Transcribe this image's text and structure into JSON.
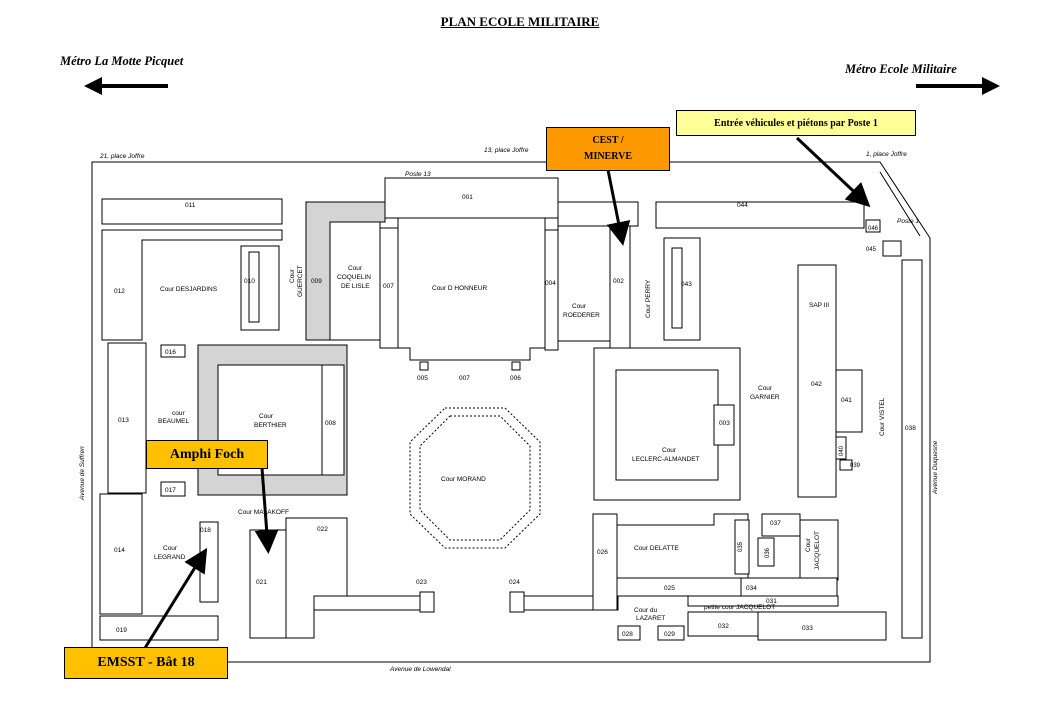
{
  "title": "PLAN ECOLE MILITAIRE",
  "metro_left": "Métro La Motte Picquet",
  "metro_right": "Métro Ecole Militaire",
  "callouts": {
    "entree": "Entrée véhicules et piétons par Poste 1",
    "cest_line1": "CEST  /",
    "cest_line2": "MINERVE",
    "amphi": "Amphi Foch",
    "emsst": "EMSST - Bât 18"
  },
  "colors": {
    "entree_bg": "#ffff99",
    "cest_bg": "#ff9900",
    "amphi_bg": "#ffc000",
    "emsst_bg": "#ffc000",
    "grey_building": "#d4d4d4"
  },
  "streets": {
    "place_joffre_21": "21, place Joffre",
    "place_joffre_13": "13, place Joffre",
    "place_joffre_1": "1, place Joffre",
    "avenue_suffren": "Avenue de Suffren",
    "avenue_duquesne": "Avenue Duquesne",
    "avenue_lowendal": "Avenue de Lowendal",
    "poste_13": "Poste 13",
    "poste_1": "Poste 1"
  },
  "buildings": {
    "b001": "001",
    "b002": "002",
    "b003": "003",
    "b004": "004",
    "b005": "005",
    "b006": "006",
    "b007": "007",
    "b007b": "007",
    "b008": "008",
    "b009": "009",
    "b010": "010",
    "b011": "011",
    "b012": "012",
    "b013": "013",
    "b014": "014",
    "b016": "016",
    "b017": "017",
    "b018": "018",
    "b019": "019",
    "b021": "021",
    "b022": "022",
    "b023": "023",
    "b024": "024",
    "b025": "025",
    "b026": "026",
    "b028": "028",
    "b029": "029",
    "b031": "031",
    "b032": "032",
    "b033": "033",
    "b034": "034",
    "b035": "035",
    "b036": "036",
    "b037": "037",
    "b038": "038",
    "b039": "039",
    "b040": "040",
    "b041": "041",
    "b042": "042",
    "b043": "043",
    "b044": "044",
    "b045": "045",
    "b046": "046",
    "sap": "SAP III"
  },
  "courts": {
    "desjardins": "Cour DESJARDINS",
    "gurcet_1": "Cour",
    "gurcet_2": "GUERCET",
    "coquelin_1": "Cour",
    "coquelin_2": "COQUELIN",
    "coquelin_3": "DE LISLE",
    "honneur": "Cour D HONNEUR",
    "roederer_1": "Cour",
    "roederer_2": "ROEDERER",
    "perry": "Cour PERRY",
    "beaumel_1": "cour",
    "beaumel_2": "BEAUMEL",
    "berthier_1": "Cour",
    "berthier_2": "BERTHIER",
    "garnier_1": "Cour",
    "garnier_2": "GARNIER",
    "leclerc_1": "Cour",
    "leclerc_2": "LECLERC-ALMANDET",
    "vistel": "Cour VISTEL",
    "morand": "Cour MORAND",
    "malakoff": "Cour MALAKOFF",
    "legrand_1": "Cour",
    "legrand_2": "LEGRAND",
    "delatte": "Cour DELATTE",
    "jacquelot_1": "Cour",
    "jacquelot_2": "JACQUELOT",
    "petite_jacquelot": "petite cour JACQUELOT",
    "lazaret_1": "Cour du",
    "lazaret_2": "LAZARET"
  }
}
